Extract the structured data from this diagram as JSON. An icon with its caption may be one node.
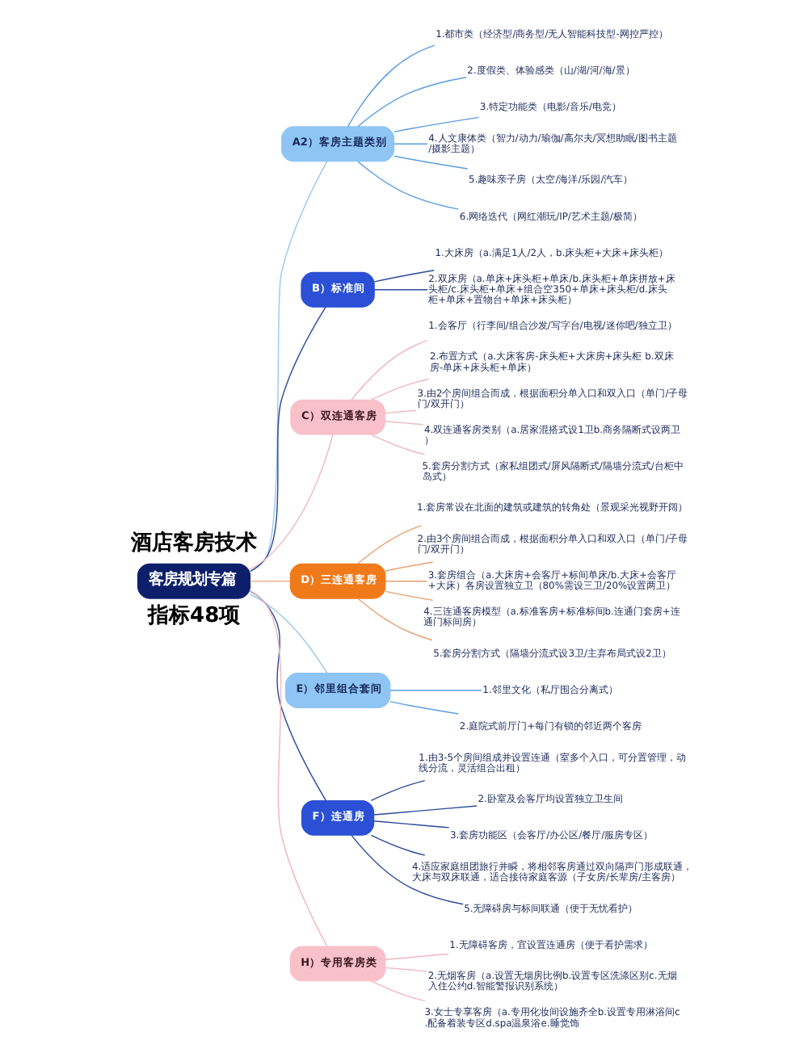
{
  "diagram": {
    "nodes": [
      {
        "text": [
          "客房规划专篇"
        ]
      },
      {
        "text": [
          "A2）客房主题类别"
        ]
      },
      {
        "text": [
          "1.都市类（经济型/商务型/无人智能科技型-网控严控）"
        ]
      },
      {
        "text": [
          "2.度假类、体验感类（山/湖/河/海/景）"
        ]
      },
      {
        "text": [
          "3.特定功能类（电影/音乐/电竞）"
        ]
      },
      {
        "text": [
          "4.人文康体类（智力/动力/瑜伽/高尔夫/冥想助眠/图书主题/摄影主题）"
        ]
      },
      {
        "text": [
          "5.趣味亲子房（太空/海洋/乐园/汽车）"
        ]
      },
      {
        "text": [
          "6.网络迭代（网红潮玩/IP/艺术主题/极简）"
        ]
      },
      {
        "text": [
          "B）标准间"
        ]
      },
      {
        "text": [
          "1.大床房（a.满足1人/2人，b.床头柜+大床+床头柜）"
        ]
      },
      {
        "text": [
          "2.双床房（a.单床+床头柜+单床/b.床头柜+单床拼放+床头柜/c.床头柜+单床+组合空350+单床+床头柜/d.床头柜+单床+置物台+单床+床头柜）"
        ]
      },
      {
        "text": [
          "C）双连通客房"
        ]
      },
      {
        "text": [
          "1.会客厅（行李间/组合沙发/写字台/电视/迷你吧/独立卫）"
        ]
      },
      {
        "text": [
          "2.布置方式（a.大床客房-床头柜+大床房+床头柜 b.双床房-单床+床头柜+单床）"
        ]
      },
      {
        "text": [
          "3.由2个房间组合而成，根据面积分单入口和双入口（单门/子母门/双开门）"
        ]
      },
      {
        "text": [
          "4.双连通客房类别（a.居家混搭式设1卫b.商务隔断式设两卫）"
        ]
      },
      {
        "text": [
          "5.套房分割方式（家私组团式/屏风隔断式/隔墙分流式/台柜中岛式）"
        ]
      },
      {
        "text": [
          "D）三连通客房"
        ]
      },
      {
        "text": [
          "1.套房常设在北面的建筑或建筑的转角处（景观采光视野开阔）"
        ]
      },
      {
        "text": [
          "2.由3个房间组合而成，根据面积分单入口和双入口（单门/子母门/双开门）"
        ]
      },
      {
        "text": [
          "3.套房组合（a.大床房+会客厅+标间单床/b.大床+会客厅+大床）各房设置独立卫（80%需设三卫/20%设置两卫）"
        ]
      },
      {
        "text": [
          "4.三连通客房模型（a.标准客房+标准标间b.连通门套房+连通门标间房）"
        ]
      },
      {
        "text": [
          "5.套房分割方式（隔墙分流式设3卫/主弃布局式设2卫）"
        ]
      },
      {
        "text": [
          "E）邻里组合套间"
        ]
      },
      {
        "text": [
          "1.邻里文化（私厅围合分离式）"
        ]
      },
      {
        "text": [
          "2.庭院式前厅门+每门有锁的邻近两个客房"
        ]
      },
      {
        "text": [
          "F）连通房"
        ]
      },
      {
        "text": [
          "1.由3-5个房间组成并设置连通（室多个入口，可分置管理，动线分流，灵活组合出租）"
        ]
      },
      {
        "text": [
          "2.卧室及会客厅均设置独立卫生间"
        ]
      },
      {
        "text": [
          "3.套房功能区（会客厅/办公区/餐厅/服房专区）"
        ]
      },
      {
        "text": [
          "4.适应家庭组团旅行并瞬，将相邻客房通过双向隔声门形成联通，大床与双床联通，适合接待家庭客源（子女房/长辈房/主客房）"
        ]
      },
      {
        "text": [
          "5.无障碍房与标间联通（便于无忧看护）"
        ]
      },
      {
        "text": [
          "H）专用客房类"
        ]
      },
      {
        "text": [
          "1.无障碍客房，宜设置连通房（便于看护需求）"
        ]
      },
      {
        "text": [
          "2.无烟客房（a.设置无烟房比例b.设置专区洗涤区别c.无烟入住公约d.智能警报识别系统）"
        ]
      },
      {
        "text": [
          "3.女士专享客房（a.专用化妆间设施齐全b.设置专用淋浴间c.配备着装专区d.spa温泉浴e.睡觉饰"
        ]
      }
    ],
    "edges": [
      {
        "from": 0,
        "to": 1,
        "arrow": "none",
        "color": "#9cc8ee"
      },
      {
        "from": 1,
        "to": 2,
        "arrow": "none",
        "color": "#5a9ee0"
      },
      {
        "from": 1,
        "to": 3,
        "arrow": "none",
        "color": "#5a9ee0"
      },
      {
        "from": 1,
        "to": 4,
        "arrow": "none",
        "color": "#5a9ee0"
      },
      {
        "from": 1,
        "to": 5,
        "arrow": "none",
        "color": "#5a9ee0"
      },
      {
        "from": 1,
        "to": 6,
        "arrow": "none",
        "color": "#5a9ee0"
      },
      {
        "from": 1,
        "to": 7,
        "arrow": "none",
        "color": "#5a9ee0"
      },
      {
        "from": 0,
        "to": 8,
        "arrow": "none",
        "color": "#2b4a9a"
      },
      {
        "from": 8,
        "to": 9,
        "arrow": "none",
        "color": "#2b4a9a"
      },
      {
        "from": 8,
        "to": 10,
        "arrow": "none",
        "color": "#2b4a9a"
      },
      {
        "from": 0,
        "to": 11,
        "arrow": "none",
        "color": "#f0b7bf"
      },
      {
        "from": 11,
        "to": 12,
        "arrow": "none",
        "color": "#f0b7bf"
      },
      {
        "from": 11,
        "to": 13,
        "arrow": "none",
        "color": "#f0b7bf"
      },
      {
        "from": 11,
        "to": 14,
        "arrow": "none",
        "color": "#f0b7bf"
      },
      {
        "from": 11,
        "to": 15,
        "arrow": "none",
        "color": "#f0b7bf"
      },
      {
        "from": 11,
        "to": 16,
        "arrow": "none",
        "color": "#f0b7bf"
      },
      {
        "from": 0,
        "to": 17,
        "arrow": "none",
        "color": "#f0b090"
      },
      {
        "from": 17,
        "to": 18,
        "arrow": "none",
        "color": "#e8a070"
      },
      {
        "from": 17,
        "to": 19,
        "arrow": "none",
        "color": "#e8a070"
      },
      {
        "from": 17,
        "to": 20,
        "arrow": "none",
        "color": "#e8a070"
      },
      {
        "from": 17,
        "to": 21,
        "arrow": "none",
        "color": "#e8a070"
      },
      {
        "from": 17,
        "to": 22,
        "arrow": "none",
        "color": "#e8a070"
      },
      {
        "from": 0,
        "to": 23,
        "arrow": "none",
        "color": "#9cc8ee"
      },
      {
        "from": 23,
        "to": 24,
        "arrow": "none",
        "color": "#5a9ee0"
      },
      {
        "from": 23,
        "to": 25,
        "arrow": "none",
        "color": "#5a9ee0"
      },
      {
        "from": 0,
        "to": 26,
        "arrow": "none",
        "color": "#2b4a9a"
      },
      {
        "from": 26,
        "to": 27,
        "arrow": "none",
        "color": "#2b4a9a"
      },
      {
        "from": 26,
        "to": 28,
        "arrow": "none",
        "color": "#2b4a9a"
      },
      {
        "from": 26,
        "to": 29,
        "arrow": "none",
        "color": "#2b4a9a"
      },
      {
        "from": 26,
        "to": 30,
        "arrow": "none",
        "color": "#2b4a9a"
      },
      {
        "from": 26,
        "to": 31,
        "arrow": "none",
        "color": "#2b4a9a"
      },
      {
        "from": 0,
        "to": 32,
        "arrow": "none",
        "color": "#f0b7bf"
      },
      {
        "from": 32,
        "to": 33,
        "arrow": "none",
        "color": "#f0b7bf"
      },
      {
        "from": 32,
        "to": 34,
        "arrow": "none",
        "color": "#f0b7bf"
      },
      {
        "from": 32,
        "to": 35,
        "arrow": "none",
        "color": "#f0b7bf"
      }
    ],
    "labels": [
      "酒店客房技术",
      "指标48项"
    ]
  }
}
